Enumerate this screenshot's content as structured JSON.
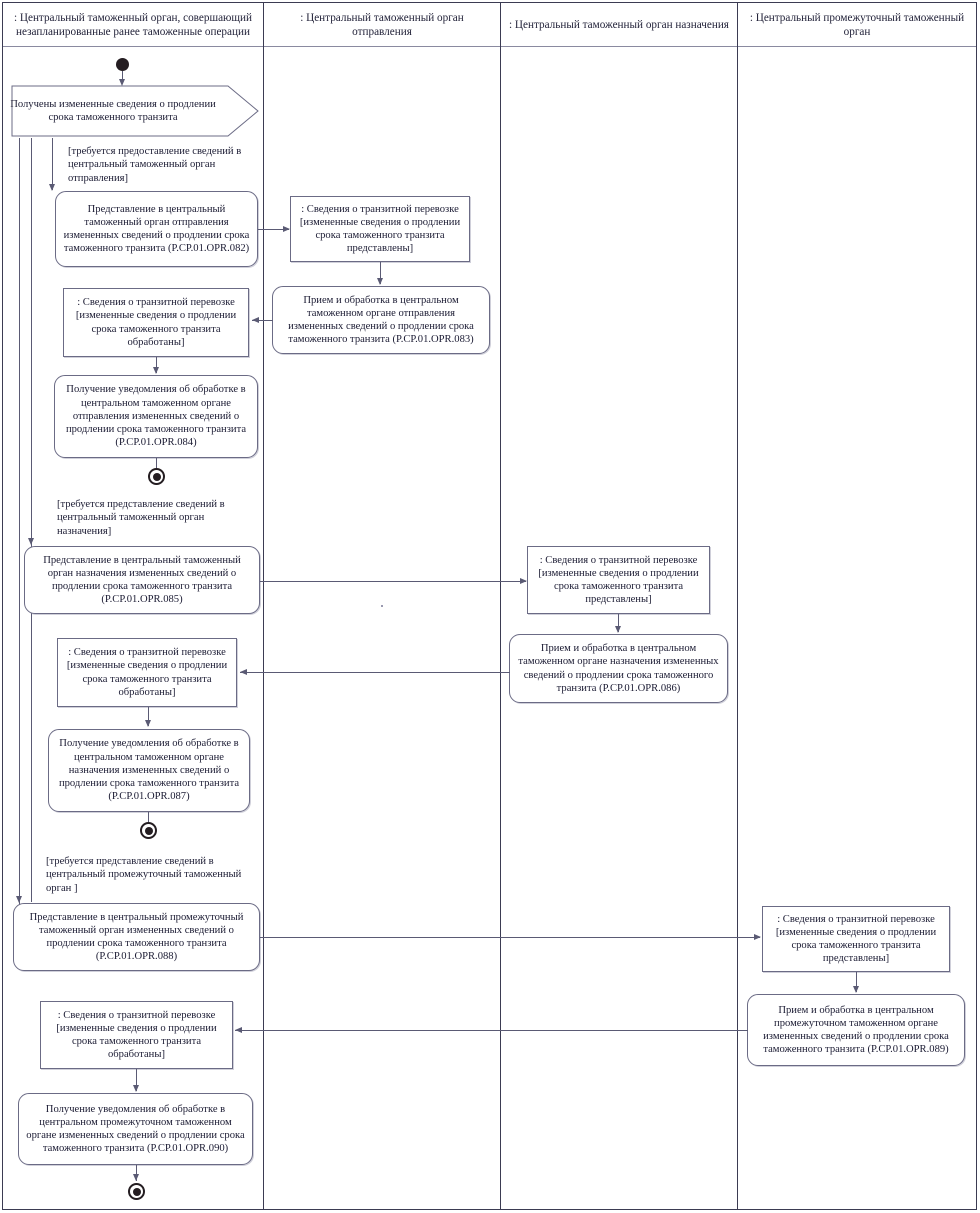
{
  "diagram": {
    "type": "uml-activity-diagram",
    "title": "",
    "lanes": [
      {
        "id": "lane-unplanned",
        "label": ": Центральный таможенный орган, совершающий незапланированные ранее таможенные операции"
      },
      {
        "id": "lane-departure",
        "label": ": Центральный таможенный орган отправления"
      },
      {
        "id": "lane-destination",
        "label": ": Центральный таможенный орган назначения"
      },
      {
        "id": "lane-intermediate",
        "label": ": Центральный промежуточный таможенный орган"
      }
    ],
    "nodes": {
      "signal_start": "Получены измененные сведения о продлении срока таможенного транзита",
      "guard_departure": "[требуется предоставление сведений в центральный таможенный орган отправления]",
      "action_082": "Представление в центральный таможенный орган отправления измененных сведений о продлении срока таможенного транзита (P.CP.01.OPR.082)",
      "object_dep_sent": ": Сведения о транзитной перевозке [измененные сведения о продлении срока таможенного транзита представлены]",
      "action_083": "Прием и обработка в центральном таможенном органе отправления измененных сведений о продлении срока таможенного транзита (P.CP.01.OPR.083)",
      "object_dep_processed": ": Сведения о транзитной перевозке [измененные сведения о продлении срока таможенного транзита обработаны]",
      "action_084": "Получение уведомления об обработке в центральном таможенном органе отправления измененных сведений о продлении срока таможенного транзита (P.CP.01.OPR.084)",
      "guard_destination": "[требуется представление сведений в центральный таможенный орган назначения]",
      "action_085": "Представление в центральный таможенный орган назначения измененных сведений о продлении срока таможенного транзита (P.CP.01.OPR.085)",
      "object_dest_sent": ": Сведения о транзитной перевозке [измененные сведения о продлении срока таможенного транзита представлены]",
      "action_086": "Прием и обработка в центральном таможенном органе назначения измененных сведений о продлении срока таможенного транзита (P.CP.01.OPR.086)",
      "object_dest_processed": ": Сведения о транзитной перевозке [измененные сведения о продлении срока таможенного транзита обработаны]",
      "action_087": "Получение уведомления об обработке в центральном таможенном органе назначения измененных сведений о продлении срока таможенного транзита (P.CP.01.OPR.087)",
      "guard_intermediate": "[требуется представление сведений в центральный промежуточный таможенный орган ]",
      "action_088": "Представление в центральный промежуточный таможенный орган измененных сведений о продлении срока таможенного транзита (P.CP.01.OPR.088)",
      "object_int_sent": ": Сведения о транзитной перевозке [измененные сведения о продлении срока таможенного транзита представлены]",
      "action_089": "Прием и обработка в центральном промежуточном таможенном органе измененных сведений о продлении срока таможенного транзита (P.CP.01.OPR.089)",
      "object_int_processed": ": Сведения о транзитной перевозке [измененные сведения о продлении срока таможенного транзита обработаны]",
      "action_090": "Получение уведомления об обработке в центральном промежуточном таможенном органе измененных сведений о продлении срока таможенного транзита (P.CP.01.OPR.090)"
    },
    "colors": {
      "stroke": "#6b6b85",
      "frame": "#3b3b52",
      "text": "#1b1b33",
      "control_node": "#241d21"
    }
  }
}
